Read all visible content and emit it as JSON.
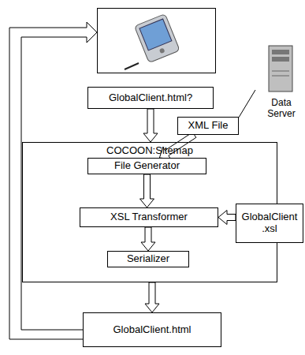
{
  "diagram": {
    "nodes": [
      {
        "text": [
          "Data Server"
        ]
      },
      {
        "text": [
          "GlobalClient.html?"
        ]
      },
      {
        "text": [
          "XML File"
        ]
      },
      {
        "text": [
          "COCOON:Sitemap"
        ]
      },
      {
        "text": [
          "File Generator"
        ],
        "in": 3
      },
      {
        "text": [
          "XSL Transformer"
        ],
        "in": 3
      },
      {
        "text": [
          "GlobalClient .xsl"
        ]
      },
      {
        "text": [
          "Serializer"
        ],
        "in": 3
      },
      {
        "text": [
          "GlobalClient.html"
        ]
      }
    ],
    "edges": [
      {
        "from": 0,
        "to": 2,
        "arrow": "none"
      },
      {
        "from": 2,
        "to": 4,
        "arrow": "to"
      },
      {
        "from": 1,
        "to": 3,
        "arrow": "to"
      },
      {
        "from": 4,
        "to": 5,
        "arrow": "to"
      },
      {
        "from": 6,
        "to": 5,
        "arrow": "to"
      },
      {
        "from": 5,
        "to": 7,
        "arrow": "to"
      },
      {
        "from": 3,
        "to": 8,
        "arrow": "to"
      }
    ]
  }
}
